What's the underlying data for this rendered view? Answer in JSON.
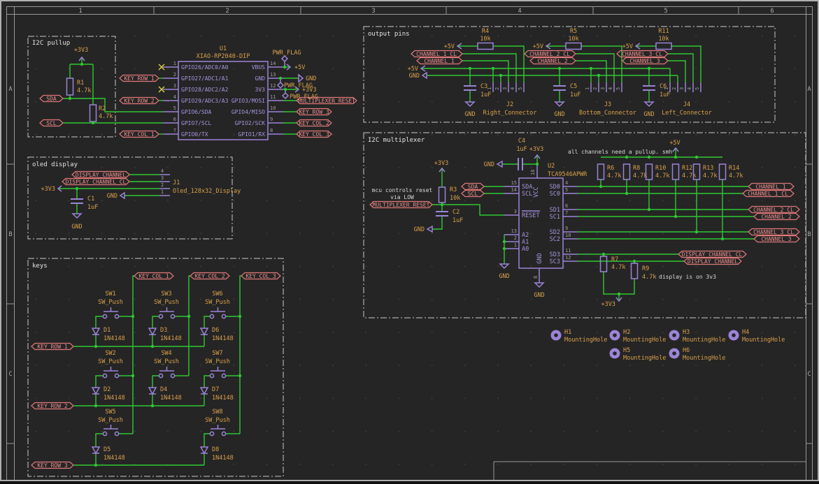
{
  "sheet": {
    "zone_columns": [
      "1",
      "2",
      "3",
      "4",
      "5",
      "6"
    ],
    "zone_rows": [
      "A",
      "B",
      "C"
    ]
  },
  "common": {
    "gnd": "GND",
    "p5v": "+5V",
    "p3v3": "+3V3",
    "pwr_flag": "PWR_FLAG"
  },
  "colors": {
    "background": "#252525",
    "wire": "#2fc832",
    "symbol": "#9b84d8",
    "reference": "#d9a04b",
    "hier_label": "#ea8c8c",
    "note": "#d9d9d9",
    "frame": "#989898",
    "no_connect": "#d8d23c"
  },
  "i2c_pullup": {
    "title": "I2C pullup",
    "r1": {
      "ref": "R1",
      "value": "4.7k"
    },
    "r2": {
      "ref": "R2",
      "value": "4.7k"
    },
    "sda": "SDA",
    "scl": "SCL"
  },
  "u1": {
    "ref": "U1",
    "value": "XIAO-RP2040-DIP",
    "left_pins": [
      {
        "num": "1",
        "name": "GPIO26/ADC0/A0"
      },
      {
        "num": "2",
        "name": "GPIO27/ADC1/A1"
      },
      {
        "num": "3",
        "name": "GPIO28/ADC2/A2"
      },
      {
        "num": "4",
        "name": "GPIO29/ADC3/A3"
      },
      {
        "num": "5",
        "name": "GPIO6/SDA"
      },
      {
        "num": "6",
        "name": "GPIO7/SCL"
      },
      {
        "num": "7",
        "name": "GPIO0/TX"
      }
    ],
    "right_pins": [
      {
        "num": "14",
        "name": "VBUS"
      },
      {
        "num": "13",
        "name": "GND"
      },
      {
        "num": "12",
        "name": "3V3"
      },
      {
        "num": "11",
        "name": "GPIO3/MOSI"
      },
      {
        "num": "10",
        "name": "GPIO4/MISO"
      },
      {
        "num": "9",
        "name": "GPIO2/SCK"
      },
      {
        "num": "8",
        "name": "GPIO1/RX"
      }
    ],
    "left_labels": [
      "KEY_ROW_1",
      "KEY_ROW_2",
      "KEY_COL_1"
    ],
    "right_labels": [
      "MULTIPLEXER_RESET",
      "KEY_ROW_3",
      "KEY_COL_2",
      "KEY_COL_3"
    ]
  },
  "oled": {
    "title": "oled display",
    "ch": "DISPLAY_CHANNEL",
    "ch_cl": "DISPLAY_CHANNEL_CL",
    "c1": {
      "ref": "C1",
      "value": "1uF"
    },
    "j1": {
      "ref": "J1",
      "value": "Oled_128x32_Display",
      "pins": [
        "4",
        "3",
        "2",
        "1"
      ]
    }
  },
  "keys": {
    "title": "keys",
    "columns": [
      "KEY_COL_1",
      "KEY_COL_2",
      "KEY_COL_3"
    ],
    "rows": [
      "KEY_ROW_1",
      "KEY_ROW_2",
      "KEY_ROW_3"
    ],
    "sw_value": "SW_Push",
    "d_value": "1N4148",
    "cells": [
      [
        {
          "sw": "SW1",
          "d": "D1"
        },
        {
          "sw": "SW3",
          "d": "D3"
        },
        {
          "sw": "SW6",
          "d": "D6"
        }
      ],
      [
        {
          "sw": "SW2",
          "d": "D2"
        },
        {
          "sw": "SW4",
          "d": "D4"
        },
        {
          "sw": "SW7",
          "d": "D7"
        }
      ],
      [
        {
          "sw": "SW5",
          "d": "D5"
        },
        {
          "sw": "SW8",
          "d": "D8"
        }
      ]
    ]
  },
  "output_pins": {
    "title": "output pins",
    "conn_pins": [
      "1",
      "2",
      "3",
      "4",
      "5"
    ],
    "groups": [
      {
        "res": {
          "ref": "R4",
          "value": "10k"
        },
        "ch_cl": "CHANNEL_1_CL",
        "ch": "CHANNEL_1",
        "cap": {
          "ref": "C3",
          "value": "1uF"
        },
        "conn": {
          "ref": "J2",
          "value": "Right_Connector"
        }
      },
      {
        "res": {
          "ref": "R5",
          "value": "10k"
        },
        "ch_cl": "CHANNEL_2_CL",
        "ch": "CHANNEL_2",
        "cap": {
          "ref": "C5",
          "value": "1uF"
        },
        "conn": {
          "ref": "J3",
          "value": "Bottom_Connector"
        }
      },
      {
        "res": {
          "ref": "R11",
          "value": "10k"
        },
        "ch_cl": "CHANNEL_3_CL",
        "ch": "CHANNEL_3",
        "cap": {
          "ref": "C6",
          "value": "1uF"
        },
        "conn": {
          "ref": "J4",
          "value": "Left_Connector"
        }
      }
    ]
  },
  "mux": {
    "title": "I2C multiplexer",
    "notes": {
      "reset1": "mcu controls reset",
      "reset2": "via LOW",
      "pullup": "all channels need a pullup. smh",
      "display": "display is on 3v3"
    },
    "u2": {
      "ref": "U2",
      "value": "TCA9546APWR",
      "vcc": {
        "num": "16",
        "name": "VCC"
      },
      "gnd": {
        "num": "8",
        "name": "GND"
      },
      "left_pins": [
        {
          "num": "15",
          "name": "SDA"
        },
        {
          "num": "14",
          "name": "SCL"
        },
        {
          "num": "3",
          "name": "RESET"
        },
        {
          "num": "13",
          "name": "A2"
        },
        {
          "num": "2",
          "name": "A1"
        },
        {
          "num": "1",
          "name": "A0"
        }
      ],
      "right_pins": [
        {
          "num": "4",
          "name": "SD0"
        },
        {
          "num": "5",
          "name": "SC0"
        },
        {
          "num": "6",
          "name": "SD1"
        },
        {
          "num": "7",
          "name": "SC1"
        },
        {
          "num": "9",
          "name": "SD2"
        },
        {
          "num": "10",
          "name": "SC2"
        },
        {
          "num": "11",
          "name": "SD3"
        },
        {
          "num": "12",
          "name": "SC3"
        }
      ]
    },
    "r3": {
      "ref": "R3",
      "value": "10k"
    },
    "c2": {
      "ref": "C2",
      "value": "1uF"
    },
    "c4": {
      "ref": "C4",
      "value": "1uF"
    },
    "pullups": [
      {
        "ref": "R6",
        "value": "4.7k"
      },
      {
        "ref": "R8",
        "value": "4.7k"
      },
      {
        "ref": "R10",
        "value": "4.7k"
      },
      {
        "ref": "R12",
        "value": "4.7k"
      },
      {
        "ref": "R13",
        "value": "4.7k"
      },
      {
        "ref": "R14",
        "value": "4.7k"
      }
    ],
    "r7": {
      "ref": "R7",
      "value": "4.7k"
    },
    "r9": {
      "ref": "R9",
      "value": "4.7k"
    },
    "labels": {
      "sda": "SDA",
      "scl": "SCL",
      "mux_reset": "MULTIPLEXER_RESET",
      "ch1": "CHANNEL_1",
      "ch1_cl": "CHANNEL_1_CL",
      "ch2": "CHANNEL_2",
      "ch2_cl": "CHANNEL_2_CL",
      "ch3": "CHANNEL_3",
      "ch3_cl": "CHANNEL_3_CL",
      "disp": "DISPLAY_CHANNEL",
      "disp_cl": "DISPLAY_CHANNEL_CL"
    }
  },
  "mounting": {
    "value": "MountingHole",
    "holes": [
      "H1",
      "H2",
      "H3",
      "H4",
      "H5",
      "H6"
    ]
  }
}
